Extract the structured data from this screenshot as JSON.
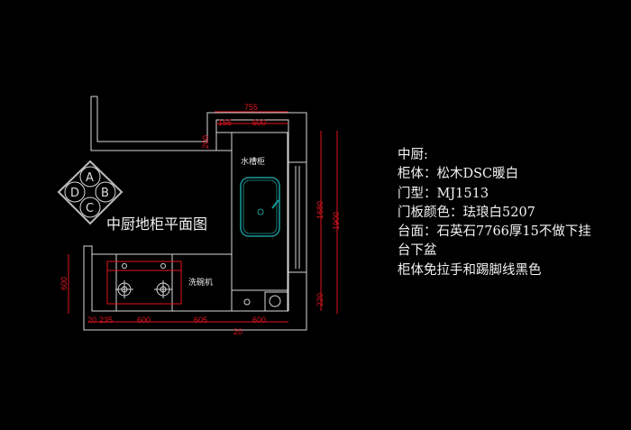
{
  "drawing_title": "中厨地柜平面图",
  "compass": {
    "a": "A",
    "b": "B",
    "c": "C",
    "d": "D"
  },
  "labels": {
    "sink_cabinet": "水槽柜",
    "dishwasher": "洗碗机"
  },
  "dimensions": {
    "top_total": "755",
    "top_left": "155",
    "top_right": "600",
    "wall_step": "200",
    "right_inner": "1680",
    "right_total": "1900",
    "right_bottom": "220",
    "left_height": "600",
    "bottom_a": "20",
    "bottom_b": "235",
    "bottom_c": "600",
    "bottom_d": "605",
    "bottom_e": "600",
    "bottom_gap": "20"
  },
  "notes": [
    "中厨:",
    "柜体：松木DSC暖白",
    "门型：MJ1513",
    "门板颜色：珐琅白5207",
    "台面：石英石7766厚15不做下挂",
    "台下盆",
    "柜体免拉手和踢脚线黑色"
  ],
  "colors": {
    "dimension": "#e0141e",
    "sink": "#1a9a9a",
    "line": "#d8d8d8"
  }
}
